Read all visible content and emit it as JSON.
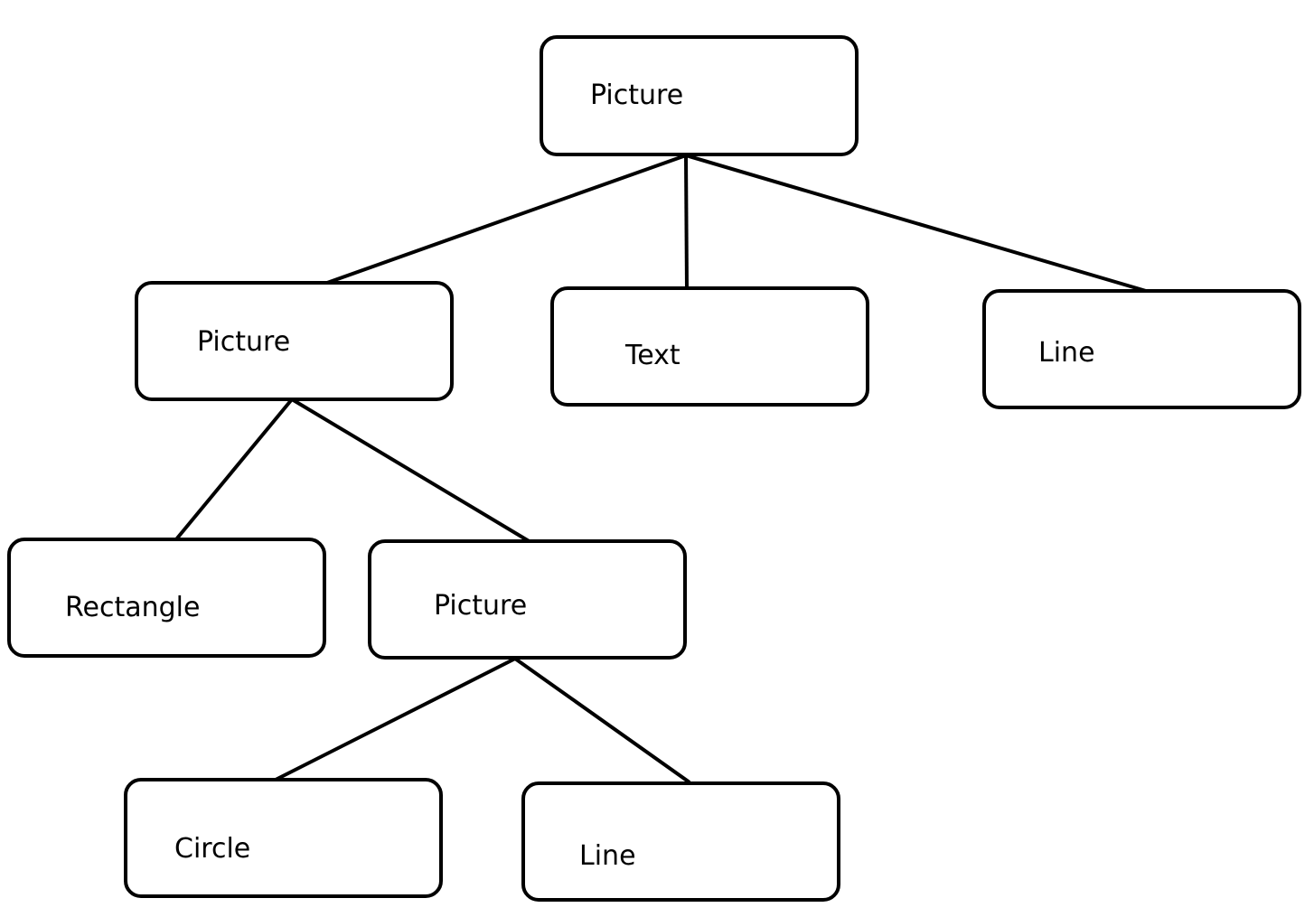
{
  "diagram": {
    "nodes": [
      {
        "id": "root",
        "label": "Picture"
      },
      {
        "id": "picture-2",
        "label": "Picture"
      },
      {
        "id": "text-1",
        "label": "Text"
      },
      {
        "id": "line-1",
        "label": "Line"
      },
      {
        "id": "rectangle-1",
        "label": "Rectangle"
      },
      {
        "id": "picture-3",
        "label": "Picture"
      },
      {
        "id": "circle-1",
        "label": "Circle"
      },
      {
        "id": "line-2",
        "label": "Line"
      }
    ],
    "edges": [
      {
        "from": "root",
        "to": "picture-2"
      },
      {
        "from": "root",
        "to": "text-1"
      },
      {
        "from": "root",
        "to": "line-1"
      },
      {
        "from": "picture-2",
        "to": "rectangle-1"
      },
      {
        "from": "picture-2",
        "to": "picture-3"
      },
      {
        "from": "picture-3",
        "to": "circle-1"
      },
      {
        "from": "picture-3",
        "to": "line-2"
      }
    ]
  }
}
